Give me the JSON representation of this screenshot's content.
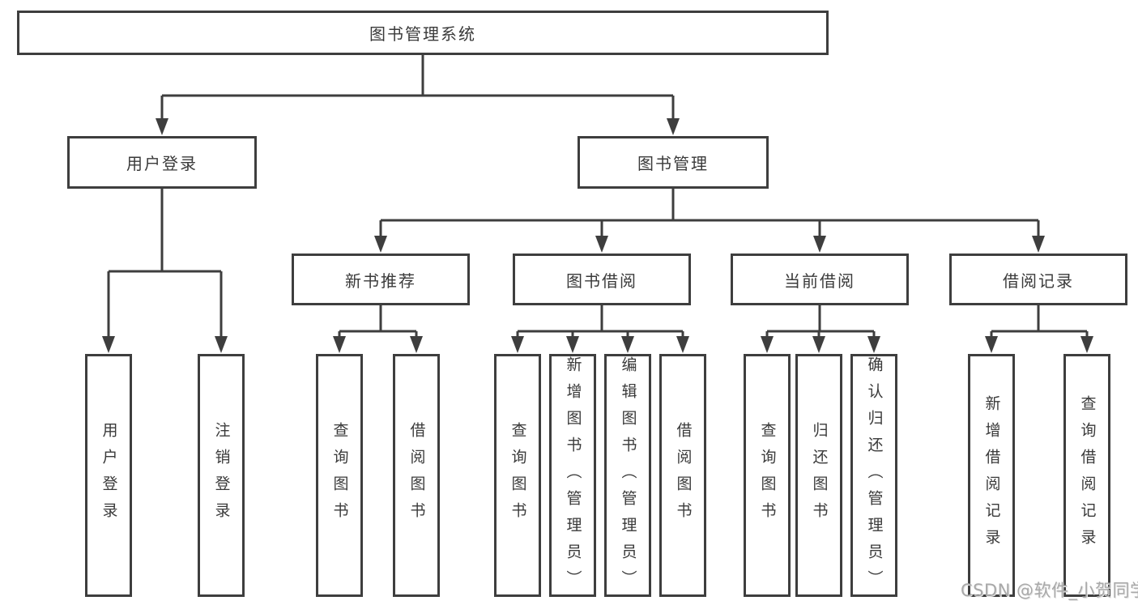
{
  "watermark": {
    "text": "CSDN @软件_小贺同学"
  },
  "tree": {
    "root": {
      "label": "图书管理系统"
    },
    "branches": [
      {
        "label": "用户登录",
        "children": [
          {
            "label": "用户登录"
          },
          {
            "label": "注销登录"
          }
        ]
      },
      {
        "label": "图书管理",
        "children": [
          {
            "label": "新书推荐",
            "children": [
              {
                "label": "查询图书"
              },
              {
                "label": "借阅图书"
              }
            ]
          },
          {
            "label": "图书借阅",
            "children": [
              {
                "label": "查询图书"
              },
              {
                "label": "新增图书（管理员）"
              },
              {
                "label": "编辑图书（管理员）"
              },
              {
                "label": "借阅图书"
              }
            ]
          },
          {
            "label": "当前借阅",
            "children": [
              {
                "label": "查询图书"
              },
              {
                "label": "归还图书"
              },
              {
                "label": "确认归还（管理员）"
              }
            ]
          },
          {
            "label": "借阅记录",
            "children": [
              {
                "label": "新增借阅记录"
              },
              {
                "label": "查询借阅记录"
              }
            ]
          }
        ]
      }
    ]
  }
}
